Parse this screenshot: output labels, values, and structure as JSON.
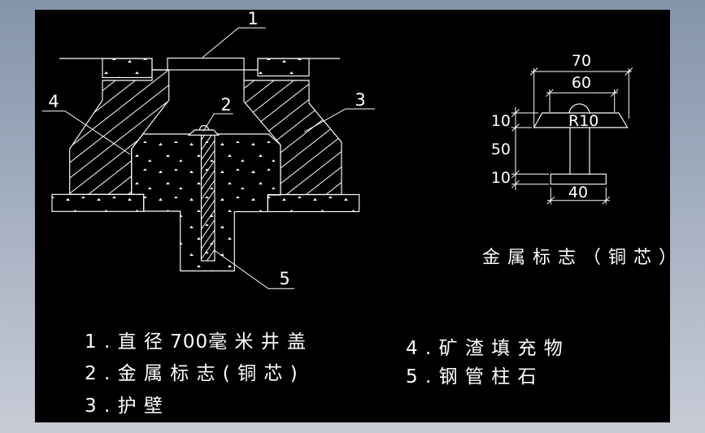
{
  "colors": {
    "background_top": "#8494ab",
    "background_bottom": "#c7ccd6",
    "canvas": "#000000",
    "line": "#ffffff"
  },
  "callouts": {
    "c1": "1",
    "c2": "2",
    "c3": "3",
    "c4": "4",
    "c5": "5"
  },
  "detail": {
    "dim_width_outer": "70",
    "dim_width_top": "60",
    "dim_radius": "R10",
    "dim_cap_height": "10",
    "dim_stem_height": "50",
    "dim_base_height": "10",
    "dim_base_width": "40",
    "caption": "金 属 标 志 （ 铜 芯 ）"
  },
  "legend": {
    "item1": "1 . 直 径 700毫 米 井 盖",
    "item2": "2 . 金 属 标 志 ( 铜 芯 )",
    "item3": "3 . 护  壁",
    "item4": "4 . 矿 渣 填 充 物",
    "item5": "5 . 钢 管 柱 石"
  }
}
